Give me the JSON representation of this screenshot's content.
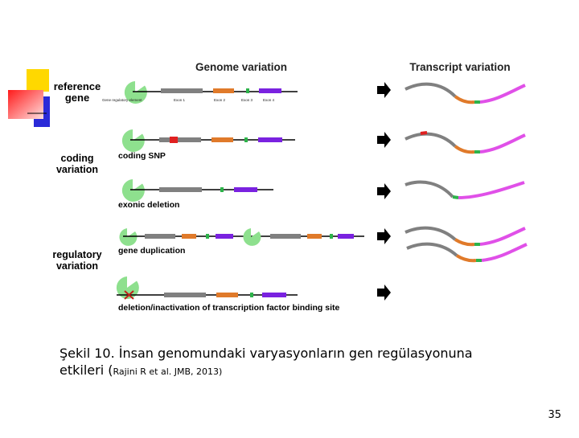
{
  "headings": {
    "genome": "Genome variation",
    "transcript": "Transcript variation"
  },
  "groups": {
    "reference_l1": "reference",
    "reference_l2": "gene",
    "coding_l1": "coding",
    "coding_l2": "variation",
    "regulatory_l1": "regulatory",
    "regulatory_l2": "variation"
  },
  "reference_parts": [
    "Gene regulatory element",
    "Exon 1",
    "Exon 2",
    "Exon 3",
    "Exon 4"
  ],
  "rows": [
    {
      "label": ""
    },
    {
      "label": "coding SNP"
    },
    {
      "label": "exonic deletion"
    },
    {
      "label": "gene duplication"
    },
    {
      "label": "deletion/inactivation of transcription factor binding site"
    }
  ],
  "caption": {
    "main_l1": "Şekil 10. İnsan genomundaki varyasyonların gen regülasyonuna",
    "main_l2": "etkileri (",
    "citation": "Rajini R et al. JMB, 2013)"
  },
  "page_number": "35",
  "colors": {
    "exon1": "#808080",
    "exon2": "#e07a2a",
    "exon3": "#2db34a",
    "exon4": "#7a22e0",
    "snp": "#e02020",
    "regulatory": "#8ee08e",
    "transcript_tail": "#e050e8",
    "arrow": "#000000",
    "deco_yellow": "#ffd800",
    "deco_blue": "#2a2ad8",
    "deco_red": "#ff2020"
  },
  "icons": [
    "right-arrow-icon",
    "cross-mark-icon",
    "pacman-regulatory-icon"
  ]
}
